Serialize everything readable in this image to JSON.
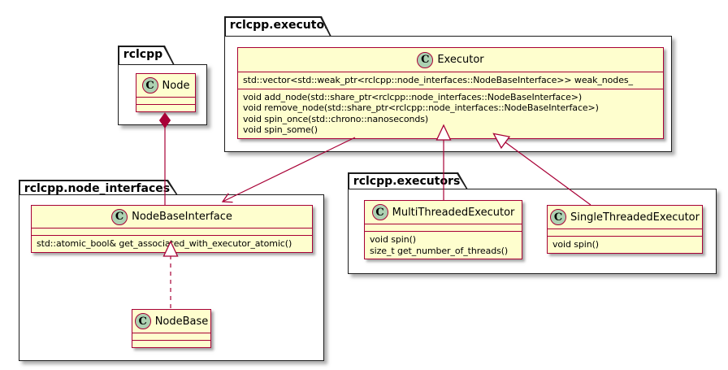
{
  "packages": {
    "rclcpp": {
      "title": "rclcpp"
    },
    "rclcpp_executor": {
      "title": "rclcpp.executor"
    },
    "rclcpp_node_interfaces": {
      "title": "rclcpp.node_interfaces"
    },
    "rclcpp_executors": {
      "title": "rclcpp.executors"
    }
  },
  "classes": {
    "node": {
      "icon": "C",
      "name": "Node"
    },
    "executor": {
      "icon": "C",
      "name": "Executor",
      "fields": [
        "std::vector<std::weak_ptr<rclcpp::node_interfaces::NodeBaseInterface>> weak_nodes_"
      ],
      "methods": [
        "void add_node(std::share_ptr<rclcpp::node_interfaces::NodeBaseInterface>)",
        "void remove_node(std::share_ptr<rclcpp::node_interfaces::NodeBaseInterface>)",
        "void spin_once(std::chrono::nanoseconds)",
        "void spin_some()"
      ]
    },
    "node_base_interface": {
      "icon": "C",
      "name": "NodeBaseInterface",
      "methods": [
        "std::atomic_bool& get_associated_with_executor_atomic()"
      ]
    },
    "node_base": {
      "icon": "C",
      "name": "NodeBase"
    },
    "multi_threaded_executor": {
      "icon": "C",
      "name": "MultiThreadedExecutor",
      "methods": [
        "void spin()",
        "size_t get_number_of_threads()"
      ]
    },
    "single_threaded_executor": {
      "icon": "C",
      "name": "SingleThreadedExecutor",
      "methods": [
        "void spin()"
      ]
    }
  },
  "relationships": [
    {
      "from": "Node",
      "to": "NodeBaseInterface",
      "type": "composition"
    },
    {
      "from": "Executor",
      "to": "NodeBaseInterface",
      "type": "directed-association"
    },
    {
      "from": "MultiThreadedExecutor",
      "to": "Executor",
      "type": "generalization"
    },
    {
      "from": "SingleThreadedExecutor",
      "to": "Executor",
      "type": "generalization"
    },
    {
      "from": "NodeBase",
      "to": "NodeBaseInterface",
      "type": "realization"
    }
  ],
  "colors": {
    "class_fill": "#FEFECE",
    "class_border": "#A80036",
    "connector": "#A80036",
    "icon_fill": "#ADD1B2",
    "package_border": "#1C1C1C",
    "background": "#FFFFFF"
  }
}
